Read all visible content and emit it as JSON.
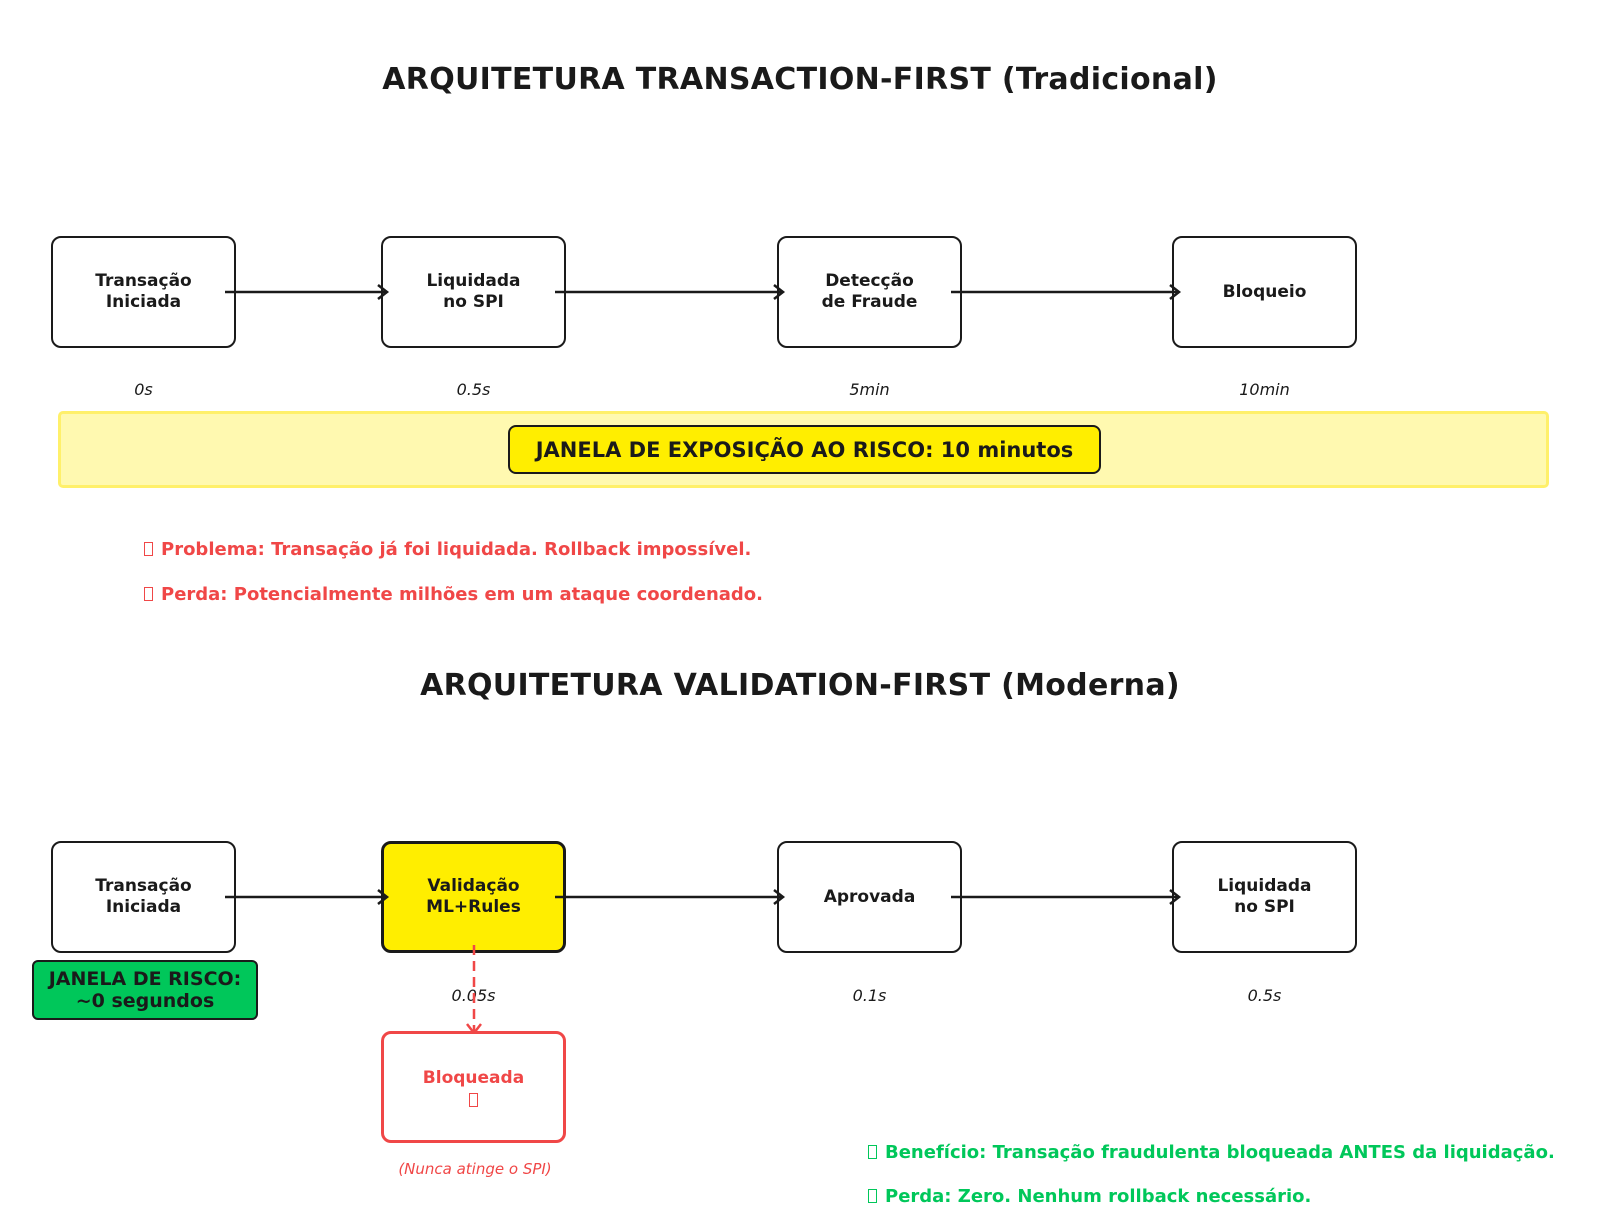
{
  "top": {
    "title": "ARQUITETURA TRANSACTION-FIRST (Tradicional)",
    "steps": [
      {
        "label": "Transação\nIniciada",
        "time": "0s"
      },
      {
        "label": "Liquidada\nno SPI",
        "time": "0.5s"
      },
      {
        "label": "Detecção\nde Fraude",
        "time": "5min"
      },
      {
        "label": "Bloqueio",
        "time": "10min"
      }
    ],
    "risk_window": "JANELA DE EXPOSIÇÃO AO RISCO: 10 minutos",
    "notes": [
      "Problema: Transação já foi liquidada. Rollback impossível.",
      "Perda: Potencialmente milhões em um ataque coordenado."
    ]
  },
  "bottom": {
    "title": "ARQUITETURA VALIDATION-FIRST (Moderna)",
    "steps": [
      {
        "label": "Transação\nIniciada",
        "time": ""
      },
      {
        "label": "Validação\nML+Rules",
        "time": "0.05s"
      },
      {
        "label": "Aprovada",
        "time": "0.1s"
      },
      {
        "label": "Liquidada\nno SPI",
        "time": "0.5s"
      }
    ],
    "risk_window": "JANELA DE RISCO:\n~0 segundos",
    "blocked_label": "Bloqueada",
    "blocked_note": "(Nunca atinge o SPI)",
    "notes": [
      "Benefício: Transação fraudulenta bloqueada ANTES da liquidação.",
      "Perda: Zero. Nenhum rollback necessário."
    ]
  },
  "colors": {
    "highlight_yellow": "#ffee00",
    "risk_band": "#fff9b0",
    "danger_red": "#f04747",
    "success_green": "#00c75a"
  }
}
